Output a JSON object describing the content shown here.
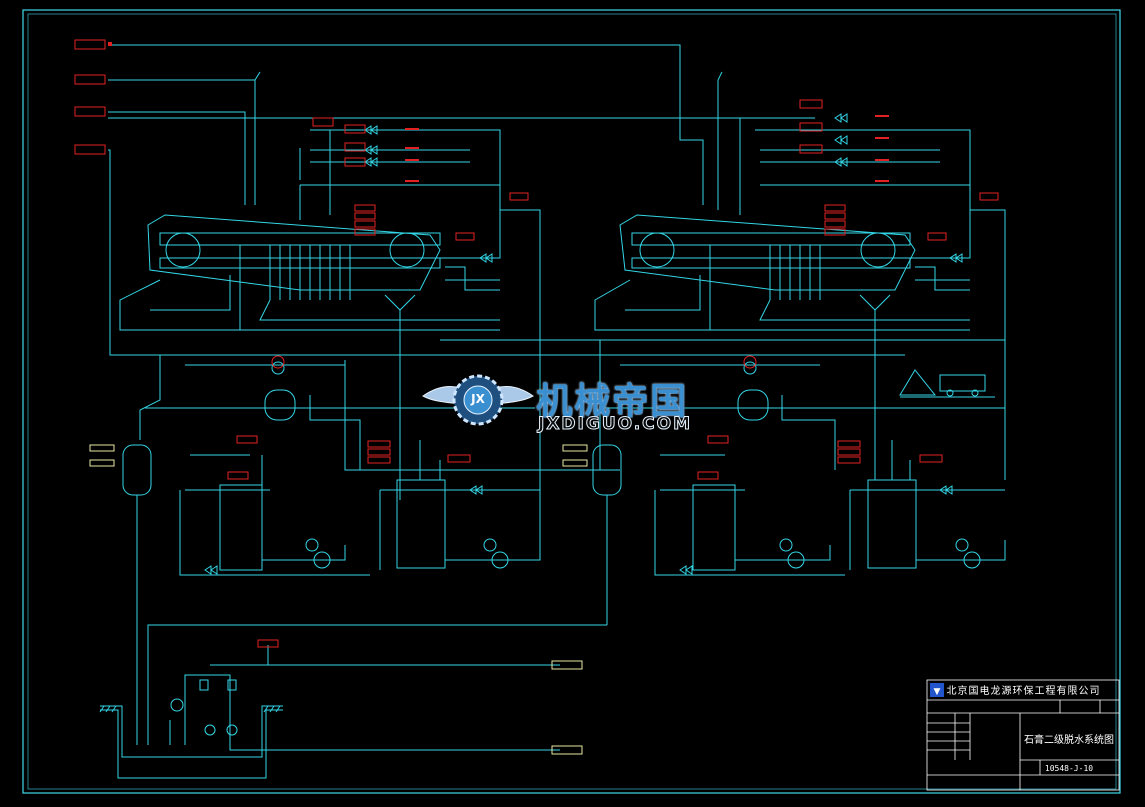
{
  "title_block": {
    "company": "北京国电龙源环保工程有限公司",
    "drawing_title": "石膏二级脱水系统图",
    "drawing_number": "10548-J-10"
  },
  "watermark": {
    "logo_text": "JX",
    "cn": "机械帝国",
    "en": "JXDIGUO.COM"
  },
  "colors": {
    "background": "#000000",
    "pipe": "#33d6e6",
    "label": "#e22222",
    "frame": "#3fd8ea",
    "watermark": "#3a8fd0"
  },
  "icons": [
    "belt-filter-icon",
    "valve-icon",
    "pump-icon",
    "tank-icon",
    "motor-icon",
    "truck-icon",
    "gypsum-pile-icon",
    "logo-gear-icon"
  ]
}
